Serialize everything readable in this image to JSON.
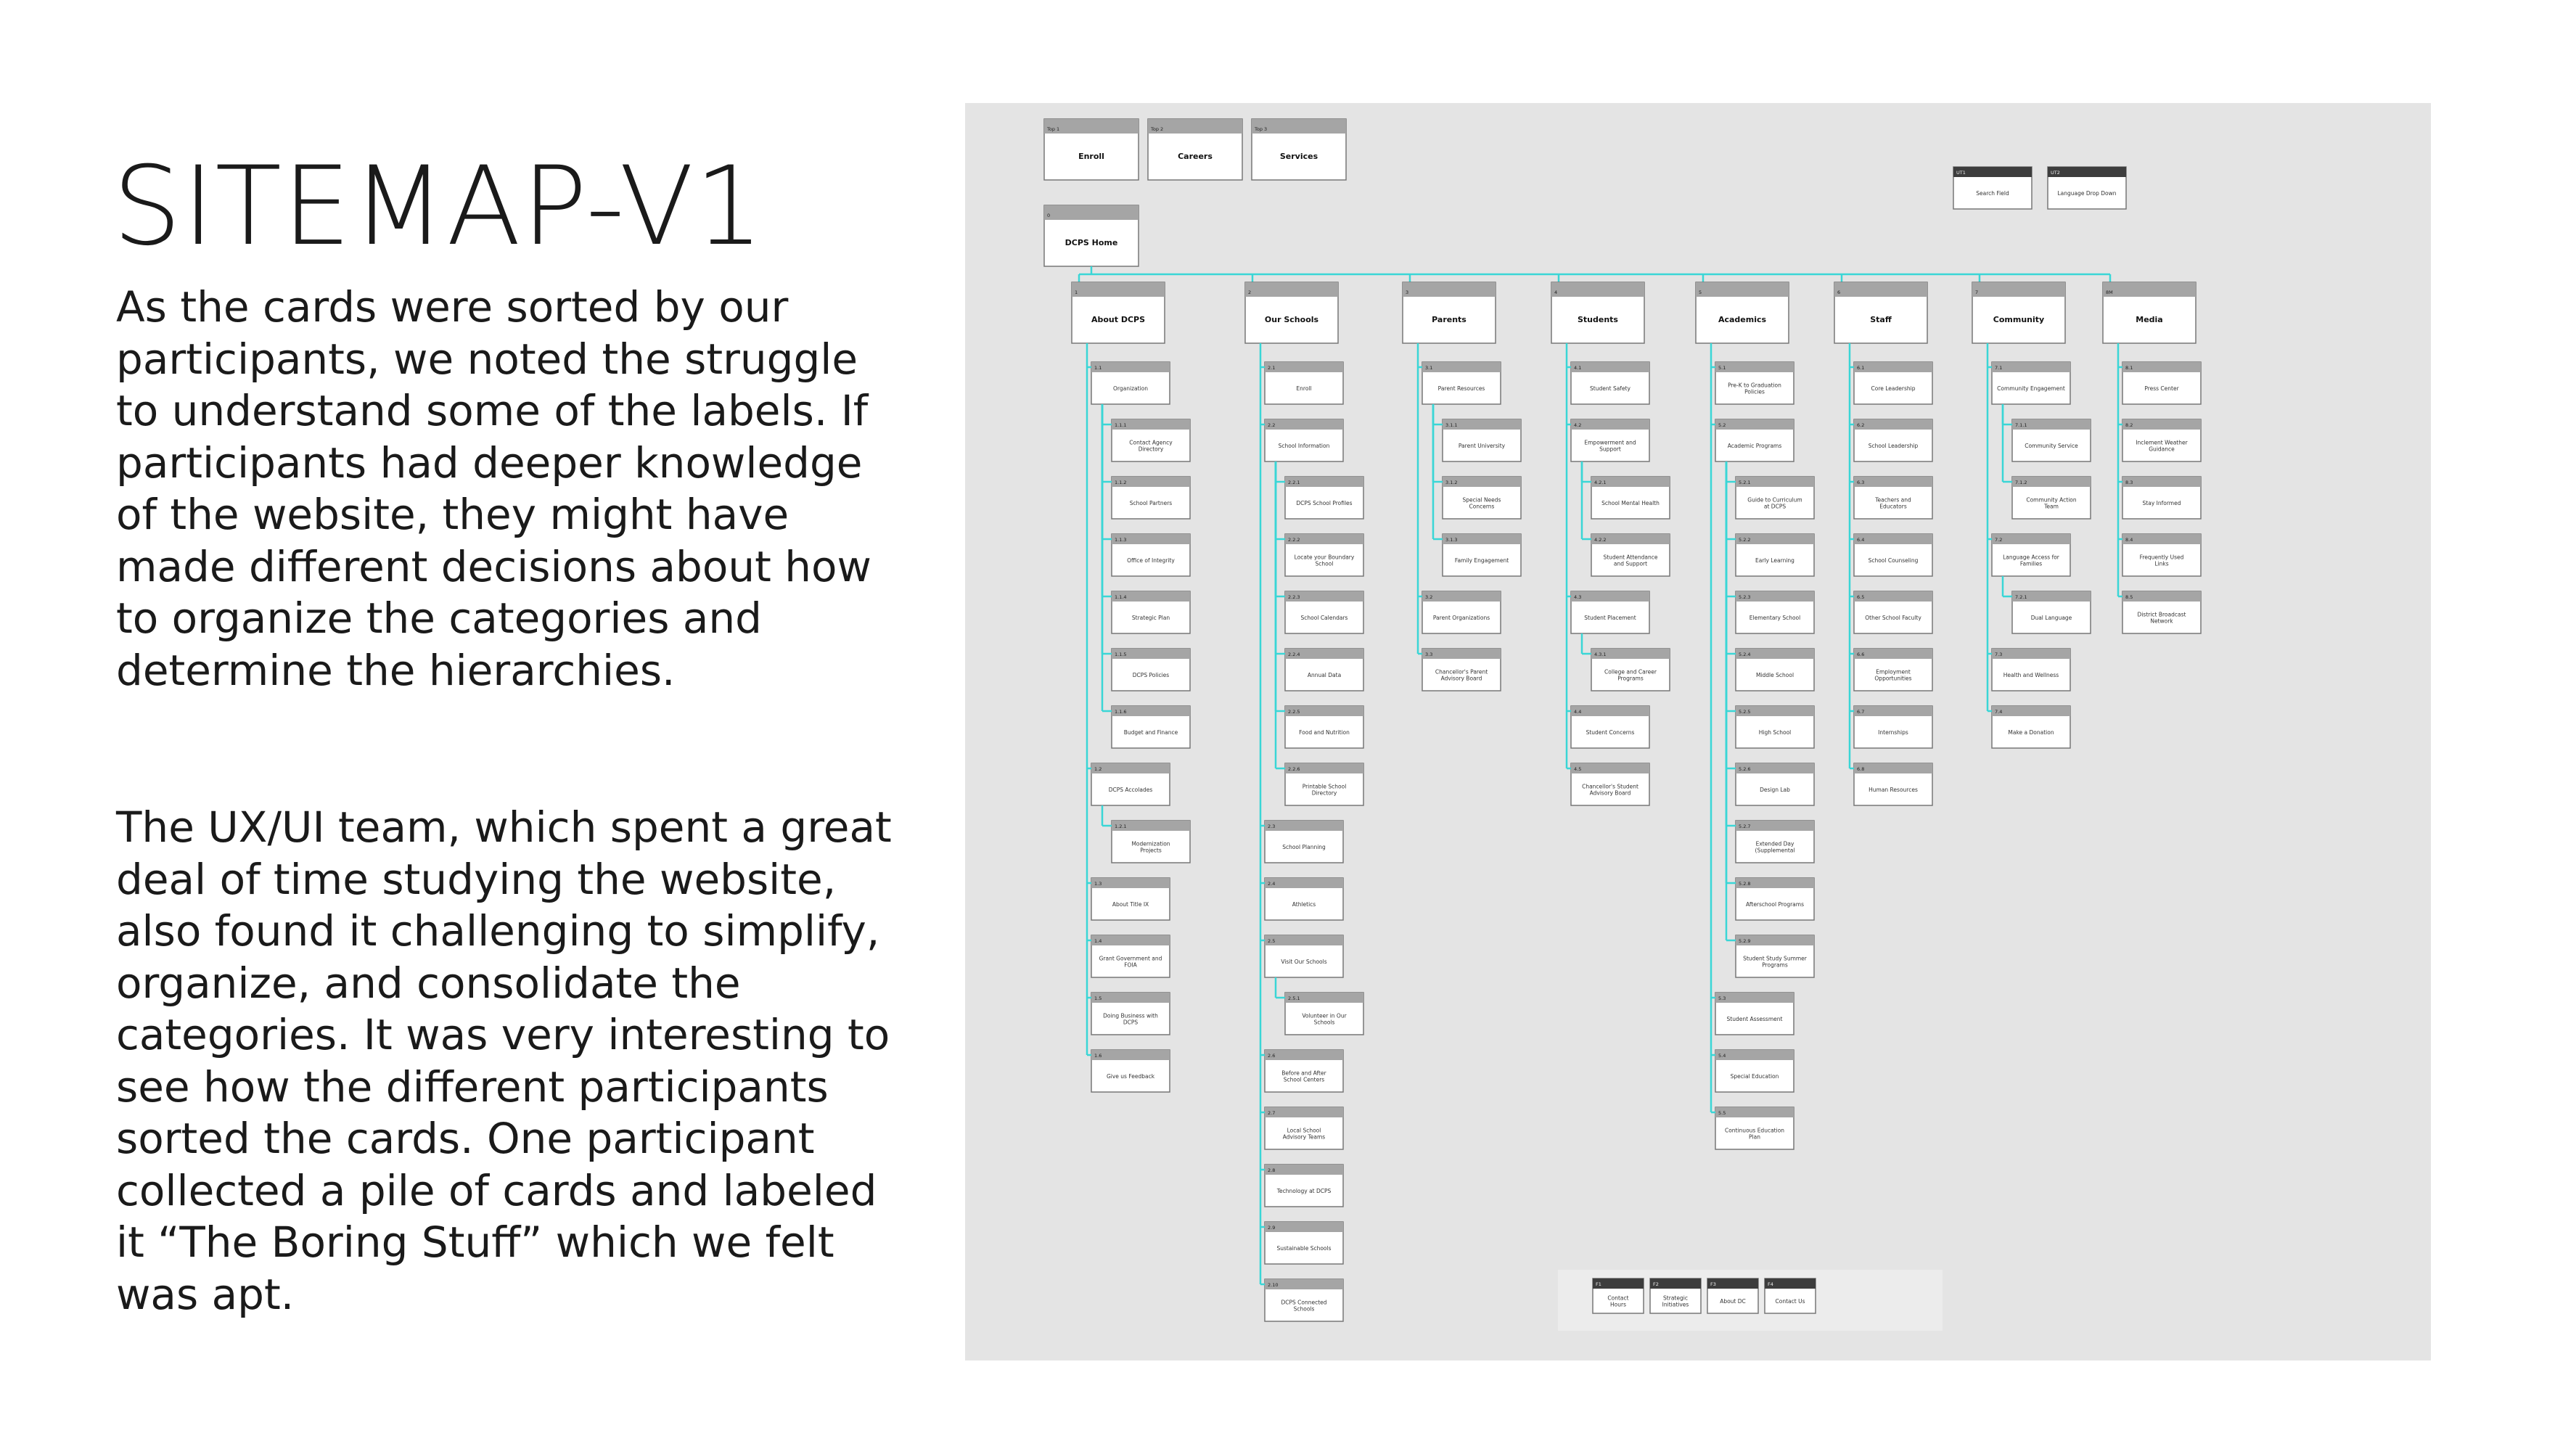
{
  "title": "SITEMAP-V1",
  "paragraph1": "As the cards were sorted by our participants, we noted the struggle to understand some of the labels. If participants had deeper knowledge of the website, they might have made different decisions about how to organize the categories and determine the hierarchies.",
  "paragraph2": "The UX/UI team, which spent a great deal of time studying the website, also found it challenging to simplify, organize, and consolidate the categories. It was very interesting to see how the different participants sorted the cards. One participant collected a pile of cards and labeled it “The Boring Stuff” which we felt was apt.",
  "sitemap": {
    "utility": [
      {
        "num": "Top 1",
        "label": "Enroll"
      },
      {
        "num": "Top 2",
        "label": "Careers"
      },
      {
        "num": "Top 3",
        "label": "Services"
      }
    ],
    "util_right": [
      {
        "num": "UT1",
        "label": "Search Field"
      },
      {
        "num": "UT2",
        "label": "Language Drop Down"
      }
    ],
    "home": {
      "num": "0",
      "label": "DCPS Home"
    },
    "columns": [
      {
        "num": "1",
        "label": "About DCPS",
        "children": [
          {
            "num": "1.1",
            "label": "Organization",
            "level": 1
          },
          {
            "num": "1.1.1",
            "label": "Contact Agency Directory",
            "level": 2
          },
          {
            "num": "1.1.2",
            "label": "School Partners",
            "level": 2
          },
          {
            "num": "1.1.3",
            "label": "Office of Integrity",
            "level": 2
          },
          {
            "num": "1.1.4",
            "label": "Strategic Plan",
            "level": 2
          },
          {
            "num": "1.1.5",
            "label": "DCPS Policies",
            "level": 2
          },
          {
            "num": "1.1.6",
            "label": "Budget and Finance",
            "level": 2
          },
          {
            "num": "1.2",
            "label": "DCPS Accolades",
            "level": 1
          },
          {
            "num": "1.2.1",
            "label": "Modernization Projects",
            "level": 2
          },
          {
            "num": "1.3",
            "label": "About Title IX",
            "level": 1
          },
          {
            "num": "1.4",
            "label": "Grant Government and FOIA",
            "level": 1
          },
          {
            "num": "1.5",
            "label": "Doing Business with DCPS",
            "level": 1
          },
          {
            "num": "1.6",
            "label": "Give us Feedback",
            "level": 1
          }
        ]
      },
      {
        "num": "2",
        "label": "Our Schools",
        "children": [
          {
            "num": "2.1",
            "label": "Enroll",
            "level": 1
          },
          {
            "num": "2.2",
            "label": "School Information",
            "level": 1
          },
          {
            "num": "2.2.1",
            "label": "DCPS School Profiles",
            "level": 2
          },
          {
            "num": "2.2.2",
            "label": "Locate your Boundary School",
            "level": 2
          },
          {
            "num": "2.2.3",
            "label": "School Calendars",
            "level": 2
          },
          {
            "num": "2.2.4",
            "label": "Annual Data",
            "level": 2
          },
          {
            "num": "2.2.5",
            "label": "Food and Nutrition",
            "level": 2
          },
          {
            "num": "2.2.6",
            "label": "Printable School Directory",
            "level": 2
          },
          {
            "num": "2.3",
            "label": "School Planning",
            "level": 1
          },
          {
            "num": "2.4",
            "label": "Athletics",
            "level": 1
          },
          {
            "num": "2.5",
            "label": "Visit Our Schools",
            "level": 1
          },
          {
            "num": "2.5.1",
            "label": "Volunteer in Our Schools",
            "level": 2
          },
          {
            "num": "2.6",
            "label": "Before and After School Centers",
            "level": 1
          },
          {
            "num": "2.7",
            "label": "Local School Advisory Teams",
            "level": 1
          },
          {
            "num": "2.8",
            "label": "Technology at DCPS",
            "level": 1
          },
          {
            "num": "2.9",
            "label": "Sustainable Schools",
            "level": 1
          },
          {
            "num": "2.10",
            "label": "DCPS Connected Schools",
            "level": 1
          }
        ]
      },
      {
        "num": "3",
        "label": "Parents",
        "children": [
          {
            "num": "3.1",
            "label": "Parent Resources",
            "level": 1
          },
          {
            "num": "3.1.1",
            "label": "Parent University",
            "level": 2
          },
          {
            "num": "3.1.2",
            "label": "Special Needs Concerns",
            "level": 2
          },
          {
            "num": "3.1.3",
            "label": "Family Engagement",
            "level": 2
          },
          {
            "num": "3.2",
            "label": "Parent Organizations",
            "level": 1
          },
          {
            "num": "3.3",
            "label": "Chancellor's Parent Advisory Board",
            "level": 1
          }
        ]
      },
      {
        "num": "4",
        "label": "Students",
        "children": [
          {
            "num": "4.1",
            "label": "Student Safety",
            "level": 1
          },
          {
            "num": "4.2",
            "label": "Empowerment and Support",
            "level": 1
          },
          {
            "num": "4.2.1",
            "label": "School Mental Health",
            "level": 2
          },
          {
            "num": "4.2.2",
            "label": "Student Attendance and Support",
            "level": 2
          },
          {
            "num": "4.3",
            "label": "Student Placement",
            "level": 1
          },
          {
            "num": "4.3.1",
            "label": "College and Career Programs",
            "level": 2
          },
          {
            "num": "4.4",
            "label": "Student Concerns",
            "level": 1
          },
          {
            "num": "4.5",
            "label": "Chancellor's Student Advisory Board",
            "level": 1
          }
        ]
      },
      {
        "num": "5",
        "label": "Academics",
        "children": [
          {
            "num": "5.1",
            "label": "Pre-K to Graduation Policies",
            "level": 1
          },
          {
            "num": "5.2",
            "label": "Academic Programs",
            "level": 1
          },
          {
            "num": "5.2.1",
            "label": "Guide to Curriculum at DCPS",
            "level": 2
          },
          {
            "num": "5.2.2",
            "label": "Early Learning",
            "level": 2
          },
          {
            "num": "5.2.3",
            "label": "Elementary School",
            "level": 2
          },
          {
            "num": "5.2.4",
            "label": "Middle School",
            "level": 2
          },
          {
            "num": "5.2.5",
            "label": "High School",
            "level": 2
          },
          {
            "num": "5.2.6",
            "label": "Design Lab",
            "level": 2
          },
          {
            "num": "5.2.7",
            "label": "Extended Day (Supplemental Learning)",
            "level": 2
          },
          {
            "num": "5.2.8",
            "label": "Afterschool Programs",
            "level": 2
          },
          {
            "num": "5.2.9",
            "label": "Student Study Summer Programs",
            "level": 2
          },
          {
            "num": "5.3",
            "label": "Student Assessment",
            "level": 1
          },
          {
            "num": "5.4",
            "label": "Special Education",
            "level": 1
          },
          {
            "num": "5.5",
            "label": "Continuous Education Plan",
            "level": 1
          }
        ]
      },
      {
        "num": "6",
        "label": "Staff",
        "children": [
          {
            "num": "6.1",
            "label": "Core Leadership",
            "level": 1
          },
          {
            "num": "6.2",
            "label": "School Leadership",
            "level": 1
          },
          {
            "num": "6.3",
            "label": "Teachers and Educators",
            "level": 1
          },
          {
            "num": "6.4",
            "label": "School Counseling",
            "level": 1
          },
          {
            "num": "6.5",
            "label": "Other School Faculty",
            "level": 1
          },
          {
            "num": "6.6",
            "label": "Employment Opportunities",
            "level": 1
          },
          {
            "num": "6.7",
            "label": "Internships",
            "level": 1
          },
          {
            "num": "6.8",
            "label": "Human Resources",
            "level": 1
          }
        ]
      },
      {
        "num": "7",
        "label": "Community",
        "children": [
          {
            "num": "7.1",
            "label": "Community Engagement",
            "level": 1
          },
          {
            "num": "7.1.1",
            "label": "Community Service",
            "level": 2
          },
          {
            "num": "7.1.2",
            "label": "Community Action Team",
            "level": 2
          },
          {
            "num": "7.2",
            "label": "Language Access for Families",
            "level": 1
          },
          {
            "num": "7.2.1",
            "label": "Dual Language",
            "level": 2
          },
          {
            "num": "7.3",
            "label": "Health and Wellness",
            "level": 1
          },
          {
            "num": "7.4",
            "label": "Make a Donation",
            "level": 1
          }
        ]
      },
      {
        "num": "8M",
        "label": "Media",
        "children": [
          {
            "num": "8.1",
            "label": "Press Center",
            "level": 1
          },
          {
            "num": "8.2",
            "label": "Inclement Weather Guidance",
            "level": 1
          },
          {
            "num": "8.3",
            "label": "Stay Informed",
            "level": 1
          },
          {
            "num": "8.4",
            "label": "Frequently Used Links",
            "level": 1
          },
          {
            "num": "8.5",
            "label": "District Broadcast Network",
            "level": 1
          }
        ]
      }
    ],
    "footer": [
      {
        "num": "F1",
        "label": "Contact Hours"
      },
      {
        "num": "F2",
        "label": "Strategic Initiatives"
      },
      {
        "num": "F3",
        "label": "About DC"
      },
      {
        "num": "F4",
        "label": "Contact Us"
      }
    ]
  }
}
